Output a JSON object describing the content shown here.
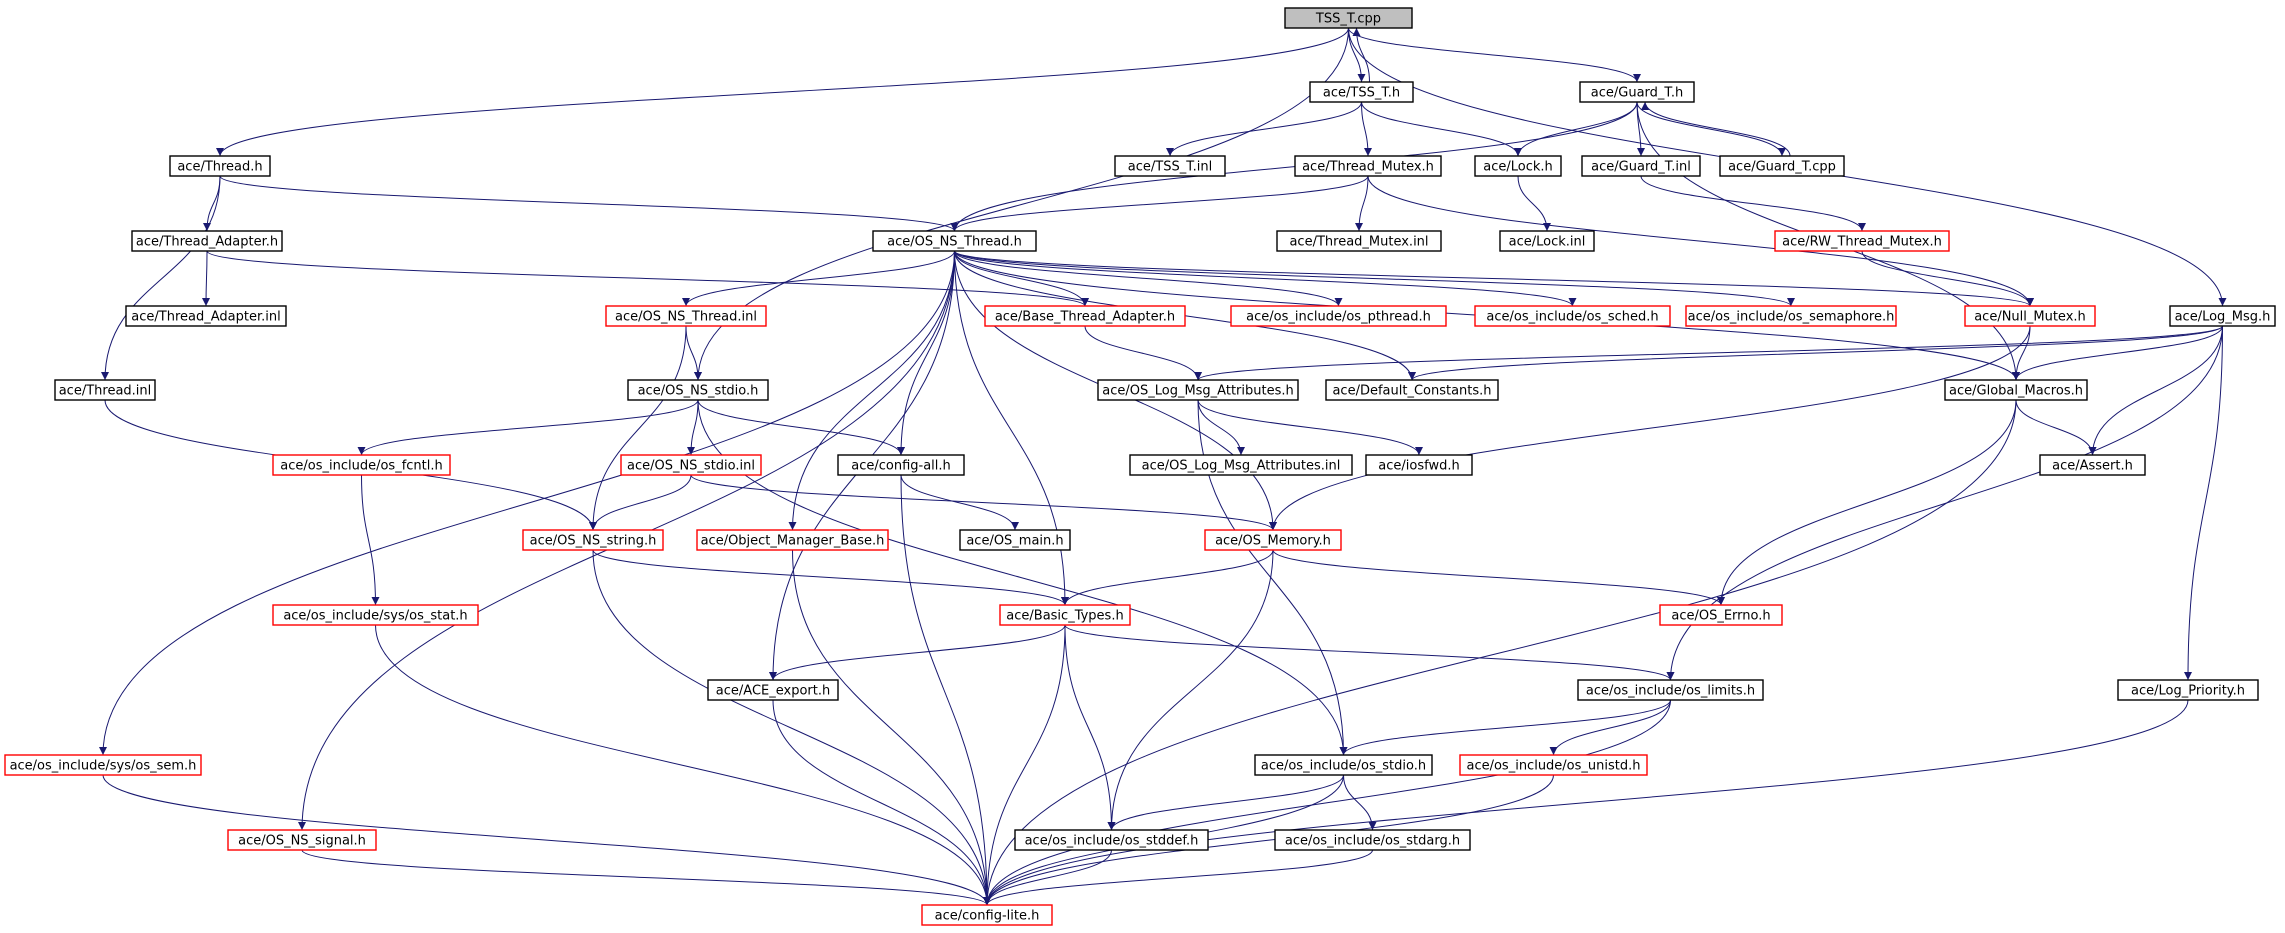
{
  "diagram": {
    "colors": {
      "edge": "#191970",
      "box_default": "#000000",
      "box_incomplete": "#ff0000",
      "root_fill": "#bfbfbf"
    },
    "nodes": [
      {
        "id": "tss_t_cpp",
        "label": "TSS_T.cpp",
        "style": "root"
      },
      {
        "id": "tss_t_h",
        "label": "ace/TSS_T.h",
        "style": "default"
      },
      {
        "id": "guard_t_h",
        "label": "ace/Guard_T.h",
        "style": "default"
      },
      {
        "id": "thread_h",
        "label": "ace/Thread.h",
        "style": "default"
      },
      {
        "id": "tss_t_inl",
        "label": "ace/TSS_T.inl",
        "style": "default"
      },
      {
        "id": "thread_mutex_h",
        "label": "ace/Thread_Mutex.h",
        "style": "default"
      },
      {
        "id": "lock_h",
        "label": "ace/Lock.h",
        "style": "default"
      },
      {
        "id": "guard_t_inl",
        "label": "ace/Guard_T.inl",
        "style": "default"
      },
      {
        "id": "guard_t_cpp",
        "label": "ace/Guard_T.cpp",
        "style": "default"
      },
      {
        "id": "thread_adapter_h",
        "label": "ace/Thread_Adapter.h",
        "style": "default"
      },
      {
        "id": "os_ns_thread_h",
        "label": "ace/OS_NS_Thread.h",
        "style": "default"
      },
      {
        "id": "thread_mutex_inl",
        "label": "ace/Thread_Mutex.inl",
        "style": "default"
      },
      {
        "id": "lock_inl",
        "label": "ace/Lock.inl",
        "style": "default"
      },
      {
        "id": "rw_thread_mutex_h",
        "label": "ace/RW_Thread_Mutex.h",
        "style": "incomplete"
      },
      {
        "id": "thread_adapter_inl",
        "label": "ace/Thread_Adapter.inl",
        "style": "default"
      },
      {
        "id": "os_ns_thread_inl",
        "label": "ace/OS_NS_Thread.inl",
        "style": "incomplete"
      },
      {
        "id": "base_thread_adapter_h",
        "label": "ace/Base_Thread_Adapter.h",
        "style": "incomplete"
      },
      {
        "id": "os_pthread_h",
        "label": "ace/os_include/os_pthread.h",
        "style": "incomplete"
      },
      {
        "id": "os_sched_h",
        "label": "ace/os_include/os_sched.h",
        "style": "incomplete"
      },
      {
        "id": "os_semaphore_h",
        "label": "ace/os_include/os_semaphore.h",
        "style": "incomplete"
      },
      {
        "id": "null_mutex_h",
        "label": "ace/Null_Mutex.h",
        "style": "incomplete"
      },
      {
        "id": "log_msg_h",
        "label": "ace/Log_Msg.h",
        "style": "default"
      },
      {
        "id": "thread_inl",
        "label": "ace/Thread.inl",
        "style": "default"
      },
      {
        "id": "os_ns_stdio_h",
        "label": "ace/OS_NS_stdio.h",
        "style": "default"
      },
      {
        "id": "os_log_msg_attributes_h",
        "label": "ace/OS_Log_Msg_Attributes.h",
        "style": "default"
      },
      {
        "id": "default_constants_h",
        "label": "ace/Default_Constants.h",
        "style": "default"
      },
      {
        "id": "global_macros_h",
        "label": "ace/Global_Macros.h",
        "style": "default"
      },
      {
        "id": "os_fcntl_h",
        "label": "ace/os_include/os_fcntl.h",
        "style": "incomplete"
      },
      {
        "id": "os_ns_stdio_inl",
        "label": "ace/OS_NS_stdio.inl",
        "style": "incomplete"
      },
      {
        "id": "config_all_h",
        "label": "ace/config-all.h",
        "style": "default"
      },
      {
        "id": "os_log_msg_attributes_inl",
        "label": "ace/OS_Log_Msg_Attributes.inl",
        "style": "default"
      },
      {
        "id": "iosfwd_h",
        "label": "ace/iosfwd.h",
        "style": "default"
      },
      {
        "id": "assert_h",
        "label": "ace/Assert.h",
        "style": "default"
      },
      {
        "id": "os_ns_string_h",
        "label": "ace/OS_NS_string.h",
        "style": "incomplete"
      },
      {
        "id": "object_manager_base_h",
        "label": "ace/Object_Manager_Base.h",
        "style": "incomplete"
      },
      {
        "id": "os_main_h",
        "label": "ace/OS_main.h",
        "style": "default"
      },
      {
        "id": "os_memory_h",
        "label": "ace/OS_Memory.h",
        "style": "incomplete"
      },
      {
        "id": "sys_os_stat_h",
        "label": "ace/os_include/sys/os_stat.h",
        "style": "incomplete"
      },
      {
        "id": "basic_types_h",
        "label": "ace/Basic_Types.h",
        "style": "incomplete"
      },
      {
        "id": "os_errno_h",
        "label": "ace/OS_Errno.h",
        "style": "incomplete"
      },
      {
        "id": "ace_export_h",
        "label": "ace/ACE_export.h",
        "style": "default"
      },
      {
        "id": "os_limits_h",
        "label": "ace/os_include/os_limits.h",
        "style": "default"
      },
      {
        "id": "log_priority_h",
        "label": "ace/Log_Priority.h",
        "style": "default"
      },
      {
        "id": "sys_os_sem_h",
        "label": "ace/os_include/sys/os_sem.h",
        "style": "incomplete"
      },
      {
        "id": "os_stdio_h",
        "label": "ace/os_include/os_stdio.h",
        "style": "default"
      },
      {
        "id": "os_unistd_h",
        "label": "ace/os_include/os_unistd.h",
        "style": "incomplete"
      },
      {
        "id": "os_ns_signal_h",
        "label": "ace/OS_NS_signal.h",
        "style": "incomplete"
      },
      {
        "id": "os_stddef_h",
        "label": "ace/os_include/os_stddef.h",
        "style": "default"
      },
      {
        "id": "os_stdarg_h",
        "label": "ace/os_include/os_stdarg.h",
        "style": "default"
      },
      {
        "id": "config_lite_h",
        "label": "ace/config-lite.h",
        "style": "incomplete"
      }
    ],
    "edges": [
      [
        "tss_t_cpp",
        "tss_t_h"
      ],
      [
        "tss_t_h",
        "tss_t_cpp"
      ],
      [
        "tss_t_cpp",
        "guard_t_h"
      ],
      [
        "tss_t_cpp",
        "thread_h"
      ],
      [
        "tss_t_cpp",
        "os_ns_stdio_h"
      ],
      [
        "tss_t_cpp",
        "log_msg_h"
      ],
      [
        "tss_t_h",
        "tss_t_inl"
      ],
      [
        "tss_t_h",
        "thread_mutex_h"
      ],
      [
        "tss_t_h",
        "lock_h"
      ],
      [
        "guard_t_h",
        "lock_h"
      ],
      [
        "guard_t_h",
        "guard_t_inl"
      ],
      [
        "guard_t_h",
        "guard_t_cpp"
      ],
      [
        "guard_t_cpp",
        "guard_t_h"
      ],
      [
        "guard_t_h",
        "os_ns_thread_h"
      ],
      [
        "guard_t_h",
        "global_macros_h"
      ],
      [
        "thread_h",
        "thread_adapter_h"
      ],
      [
        "thread_h",
        "thread_inl"
      ],
      [
        "thread_h",
        "os_ns_thread_h"
      ],
      [
        "thread_mutex_h",
        "os_ns_thread_h"
      ],
      [
        "thread_mutex_h",
        "thread_mutex_inl"
      ],
      [
        "thread_mutex_h",
        "null_mutex_h"
      ],
      [
        "lock_h",
        "lock_inl"
      ],
      [
        "guard_t_inl",
        "rw_thread_mutex_h"
      ],
      [
        "rw_thread_mutex_h",
        "null_mutex_h"
      ],
      [
        "thread_adapter_h",
        "thread_adapter_inl"
      ],
      [
        "thread_adapter_h",
        "base_thread_adapter_h"
      ],
      [
        "os_ns_thread_h",
        "os_ns_thread_inl"
      ],
      [
        "os_ns_thread_h",
        "base_thread_adapter_h"
      ],
      [
        "os_ns_thread_h",
        "os_pthread_h"
      ],
      [
        "os_ns_thread_h",
        "os_sched_h"
      ],
      [
        "os_ns_thread_h",
        "os_semaphore_h"
      ],
      [
        "os_ns_thread_h",
        "null_mutex_h"
      ],
      [
        "os_ns_thread_h",
        "default_constants_h"
      ],
      [
        "os_ns_thread_h",
        "global_macros_h"
      ],
      [
        "os_ns_thread_h",
        "config_all_h"
      ],
      [
        "os_ns_thread_h",
        "object_manager_base_h"
      ],
      [
        "os_ns_thread_h",
        "os_memory_h"
      ],
      [
        "os_ns_thread_h",
        "basic_types_h"
      ],
      [
        "os_ns_thread_h",
        "ace_export_h"
      ],
      [
        "os_ns_thread_h",
        "sys_os_sem_h"
      ],
      [
        "os_ns_thread_h",
        "os_ns_signal_h"
      ],
      [
        "os_ns_thread_inl",
        "os_ns_stdio_h"
      ],
      [
        "os_ns_thread_inl",
        "os_ns_string_h"
      ],
      [
        "base_thread_adapter_h",
        "os_log_msg_attributes_h"
      ],
      [
        "null_mutex_h",
        "global_macros_h"
      ],
      [
        "null_mutex_h",
        "os_memory_h"
      ],
      [
        "log_msg_h",
        "global_macros_h"
      ],
      [
        "log_msg_h",
        "default_constants_h"
      ],
      [
        "log_msg_h",
        "os_log_msg_attributes_h"
      ],
      [
        "log_msg_h",
        "assert_h"
      ],
      [
        "log_msg_h",
        "log_priority_h"
      ],
      [
        "log_msg_h",
        "os_limits_h"
      ],
      [
        "thread_inl",
        "os_ns_string_h"
      ],
      [
        "os_ns_stdio_h",
        "os_fcntl_h"
      ],
      [
        "os_ns_stdio_h",
        "os_ns_stdio_inl"
      ],
      [
        "os_ns_stdio_h",
        "config_all_h"
      ],
      [
        "os_ns_stdio_h",
        "os_stdio_h"
      ],
      [
        "os_log_msg_attributes_h",
        "os_log_msg_attributes_inl"
      ],
      [
        "os_log_msg_attributes_h",
        "iosfwd_h"
      ],
      [
        "os_log_msg_attributes_h",
        "os_stdio_h"
      ],
      [
        "global_macros_h",
        "assert_h"
      ],
      [
        "global_macros_h",
        "os_errno_h"
      ],
      [
        "global_macros_h",
        "config_lite_h"
      ],
      [
        "os_fcntl_h",
        "sys_os_stat_h"
      ],
      [
        "os_ns_stdio_inl",
        "os_ns_string_h"
      ],
      [
        "os_ns_stdio_inl",
        "os_memory_h"
      ],
      [
        "config_all_h",
        "os_main_h"
      ],
      [
        "config_all_h",
        "config_lite_h"
      ],
      [
        "os_ns_string_h",
        "basic_types_h"
      ],
      [
        "os_ns_string_h",
        "config_lite_h"
      ],
      [
        "object_manager_base_h",
        "config_lite_h"
      ],
      [
        "os_memory_h",
        "basic_types_h"
      ],
      [
        "os_memory_h",
        "os_errno_h"
      ],
      [
        "os_memory_h",
        "os_stddef_h"
      ],
      [
        "sys_os_stat_h",
        "config_lite_h"
      ],
      [
        "basic_types_h",
        "ace_export_h"
      ],
      [
        "basic_types_h",
        "os_limits_h"
      ],
      [
        "basic_types_h",
        "os_stddef_h"
      ],
      [
        "basic_types_h",
        "config_lite_h"
      ],
      [
        "ace_export_h",
        "config_lite_h"
      ],
      [
        "os_limits_h",
        "os_stdio_h"
      ],
      [
        "os_limits_h",
        "os_unistd_h"
      ],
      [
        "os_limits_h",
        "config_lite_h"
      ],
      [
        "log_priority_h",
        "config_lite_h"
      ],
      [
        "sys_os_sem_h",
        "config_lite_h"
      ],
      [
        "os_stdio_h",
        "os_stddef_h"
      ],
      [
        "os_stdio_h",
        "os_stdarg_h"
      ],
      [
        "os_stdio_h",
        "config_lite_h"
      ],
      [
        "os_unistd_h",
        "config_lite_h"
      ],
      [
        "os_ns_signal_h",
        "config_lite_h"
      ],
      [
        "os_stddef_h",
        "config_lite_h"
      ],
      [
        "os_stdarg_h",
        "config_lite_h"
      ]
    ]
  }
}
